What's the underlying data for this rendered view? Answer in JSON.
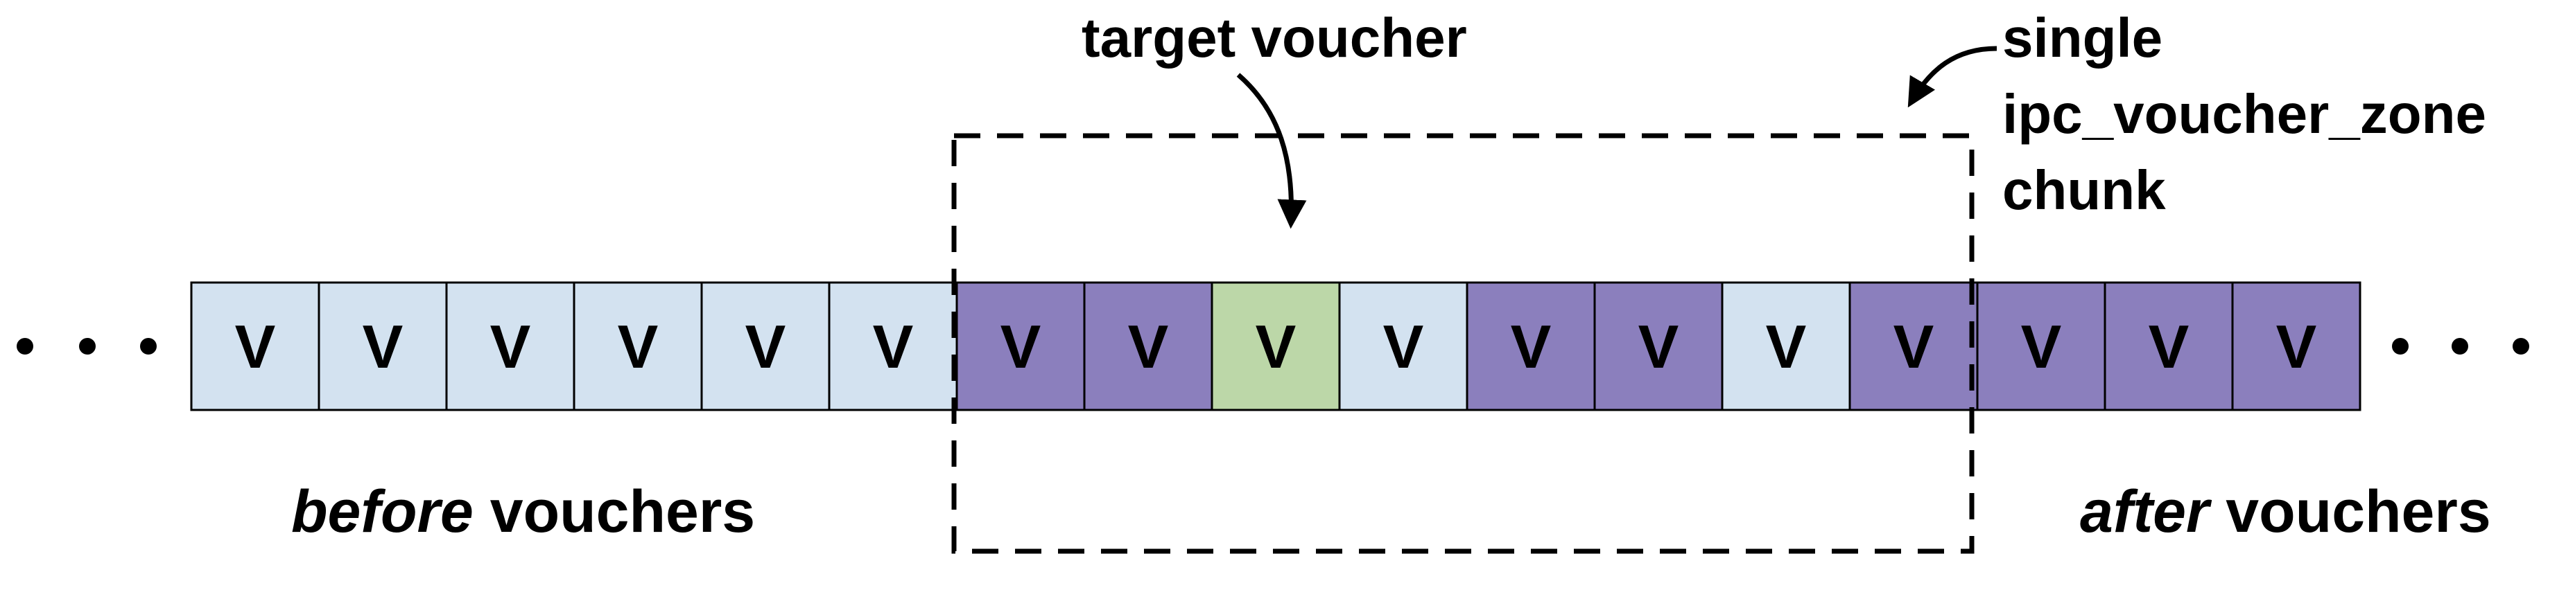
{
  "diagram": {
    "cell_label": "V",
    "cells": [
      {
        "kind": "light"
      },
      {
        "kind": "light"
      },
      {
        "kind": "light"
      },
      {
        "kind": "light"
      },
      {
        "kind": "light"
      },
      {
        "kind": "light"
      },
      {
        "kind": "purple"
      },
      {
        "kind": "purple"
      },
      {
        "kind": "green"
      },
      {
        "kind": "light"
      },
      {
        "kind": "purple"
      },
      {
        "kind": "purple"
      },
      {
        "kind": "light"
      },
      {
        "kind": "purple"
      },
      {
        "kind": "purple"
      },
      {
        "kind": "purple"
      },
      {
        "kind": "purple"
      }
    ],
    "colors": {
      "light": "#d3e2f0",
      "purple": "#8b7fbd",
      "green": "#bcd7a8",
      "border": "#000000"
    },
    "labels": {
      "target": "target voucher",
      "chunk_lines": [
        "single",
        "ipc_voucher_zone",
        "chunk"
      ],
      "before_italic": "before",
      "before_rest": " vouchers",
      "after_italic": "after",
      "after_rest": " vouchers"
    }
  }
}
